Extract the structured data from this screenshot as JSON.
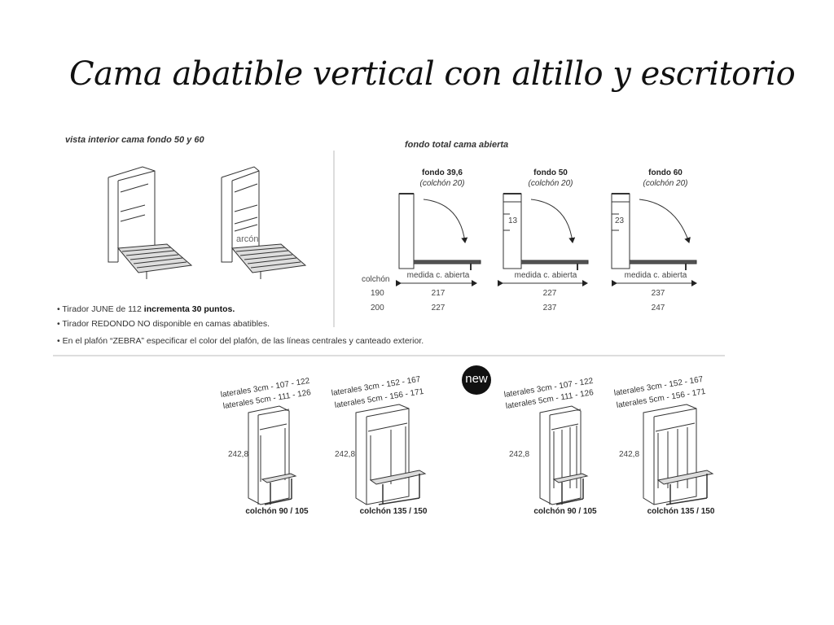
{
  "title": "Cama abatible vertical con altillo y escritorio",
  "left_section": {
    "heading": "vista interior cama fondo 50 y 60",
    "arcon_label": "arcón",
    "notes": [
      {
        "text": "Tirador JUNE de 112 ",
        "bold": "incrementa 30 puntos."
      },
      {
        "text": "Tirador REDONDO NO disponible en camas abatibles."
      },
      {
        "text": "En el plafón “ZEBRA” especificar el color del plafón, de las líneas centrales y canteado exterior."
      }
    ]
  },
  "right_section": {
    "heading": "fondo total cama abierta",
    "colchon_label": "colchón",
    "colchon_sizes": [
      "190",
      "200"
    ],
    "panels": [
      {
        "title": "fondo 39,6",
        "subtitle": "(colchón 20)",
        "measure_label": "medida c. abierta",
        "values": [
          "217",
          "227"
        ]
      },
      {
        "title": "fondo 50",
        "subtitle": "(colchón 20)",
        "measure_label": "medida c. abierta",
        "values": [
          "227",
          "237"
        ],
        "inner": "13"
      },
      {
        "title": "fondo 60",
        "subtitle": "(colchón 20)",
        "measure_label": "medida c. abierta",
        "values": [
          "237",
          "247"
        ],
        "inner": "23"
      }
    ]
  },
  "bottom": {
    "badge": "new",
    "units": [
      {
        "line1": "laterales 3cm - 107 - 122",
        "line2": "laterales 5cm - 111 - 126",
        "height": "242,8",
        "caption": "colchón 90 / 105"
      },
      {
        "line1": "laterales 3cm - 152 - 167",
        "line2": "laterales 5cm - 156 - 171",
        "height": "242,8",
        "caption": "colchón 135 / 150"
      },
      {
        "line1": "laterales 3cm - 107 - 122",
        "line2": "laterales 5cm - 111 - 126",
        "height": "242,8",
        "caption": "colchón 90 / 105"
      },
      {
        "line1": "laterales 3cm - 152 - 167",
        "line2": "laterales 5cm - 156 - 171",
        "height": "242,8",
        "caption": "colchón 135 / 150"
      }
    ]
  }
}
